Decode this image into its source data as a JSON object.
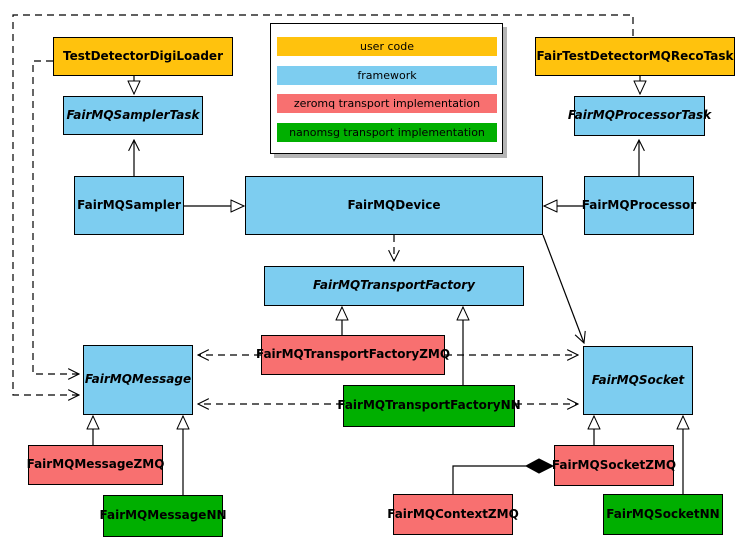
{
  "legend": {
    "items": [
      {
        "label": "user code",
        "color": "#FFC20D"
      },
      {
        "label": "framework",
        "color": "#7DCDF0"
      },
      {
        "label": "zeromq transport implementation",
        "color": "#F87070"
      },
      {
        "label": "nanomsg transport implementation",
        "color": "#00AF00"
      }
    ]
  },
  "nodes": {
    "digi_loader": {
      "label": "TestDetectorDigiLoader",
      "color": "#FFC20D"
    },
    "reco_task": {
      "label": "FairTestDetectorMQRecoTask",
      "color": "#FFC20D"
    },
    "sampler_task": {
      "label": "FairMQSamplerTask",
      "color": "#7DCDF0"
    },
    "processor_task": {
      "label": "FairMQProcessorTask",
      "color": "#7DCDF0"
    },
    "sampler": {
      "label": "FairMQSampler",
      "color": "#7DCDF0"
    },
    "device": {
      "label": "FairMQDevice",
      "color": "#7DCDF0"
    },
    "processor": {
      "label": "FairMQProcessor",
      "color": "#7DCDF0"
    },
    "transport_factory": {
      "label": "FairMQTransportFactory",
      "color": "#7DCDF0"
    },
    "tf_zmq": {
      "label": "FairMQTransportFactoryZMQ",
      "color": "#F87070"
    },
    "tf_nn": {
      "label": "FairMQTransportFactoryNN",
      "color": "#00AF00"
    },
    "message": {
      "label": "FairMQMessage",
      "color": "#7DCDF0"
    },
    "socket": {
      "label": "FairMQSocket",
      "color": "#7DCDF0"
    },
    "message_zmq": {
      "label": "FairMQMessageZMQ",
      "color": "#F87070"
    },
    "message_nn": {
      "label": "FairMQMessageNN",
      "color": "#00AF00"
    },
    "context_zmq": {
      "label": "FairMQContextZMQ",
      "color": "#F87070"
    },
    "socket_zmq": {
      "label": "FairMQSocketZMQ",
      "color": "#F87070"
    },
    "socket_nn": {
      "label": "FairMQSocketNN",
      "color": "#00AF00"
    }
  }
}
